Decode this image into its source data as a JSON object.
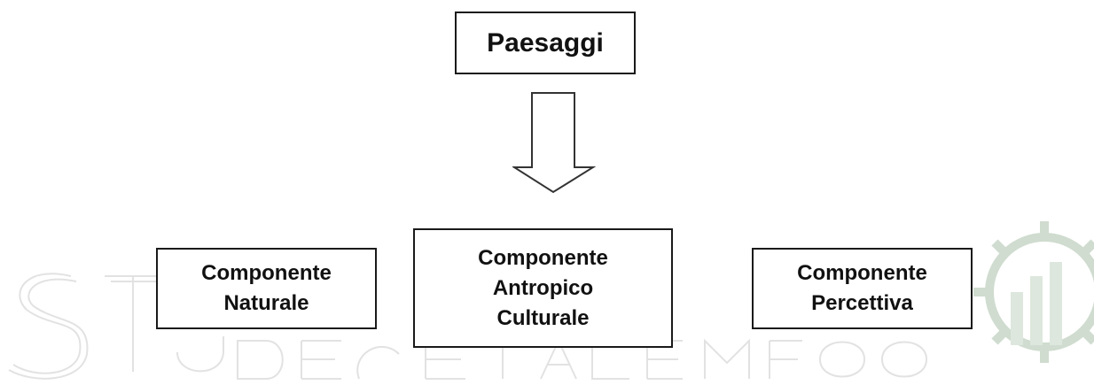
{
  "diagram": {
    "root": {
      "label": "Paesaggi"
    },
    "arrow": {
      "direction": "down",
      "style": "outlined"
    },
    "children": [
      {
        "label": "Componente\nNaturale"
      },
      {
        "label": "Componente\nAntropico\nCulturale"
      },
      {
        "label": "Componente\nPercettiva"
      }
    ]
  },
  "watermark": {
    "shown": true,
    "style": "faded outline letters and gear logo",
    "gear_color": "#c9d8c9",
    "letters_color": "#e4e4e4"
  }
}
